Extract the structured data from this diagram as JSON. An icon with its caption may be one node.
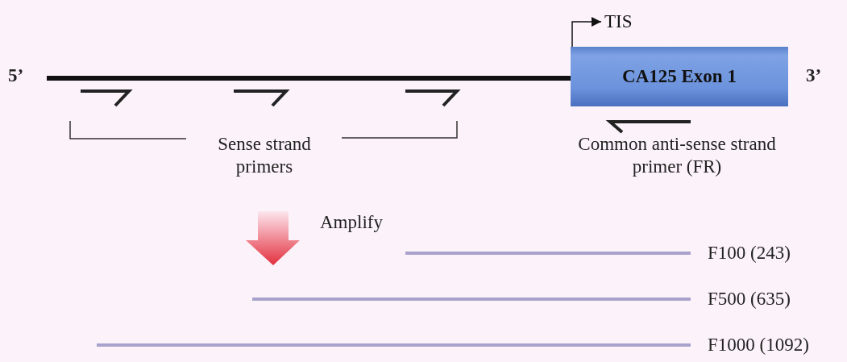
{
  "diagram": {
    "nodes": [
      {
        "text": [
          "CA125 Exon 1"
        ]
      },
      {
        "text": [
          "TIS"
        ]
      }
    ],
    "edges": [
      {
        "from": 0,
        "to": 1,
        "arrow": "to"
      }
    ],
    "labels": [
      "5’",
      "3’",
      "Sense strand primers",
      "Common anti-sense strand primer (FR)",
      "Amplify",
      "F100 (243)",
      "F500 (635)",
      "F1000 (1092)"
    ]
  }
}
